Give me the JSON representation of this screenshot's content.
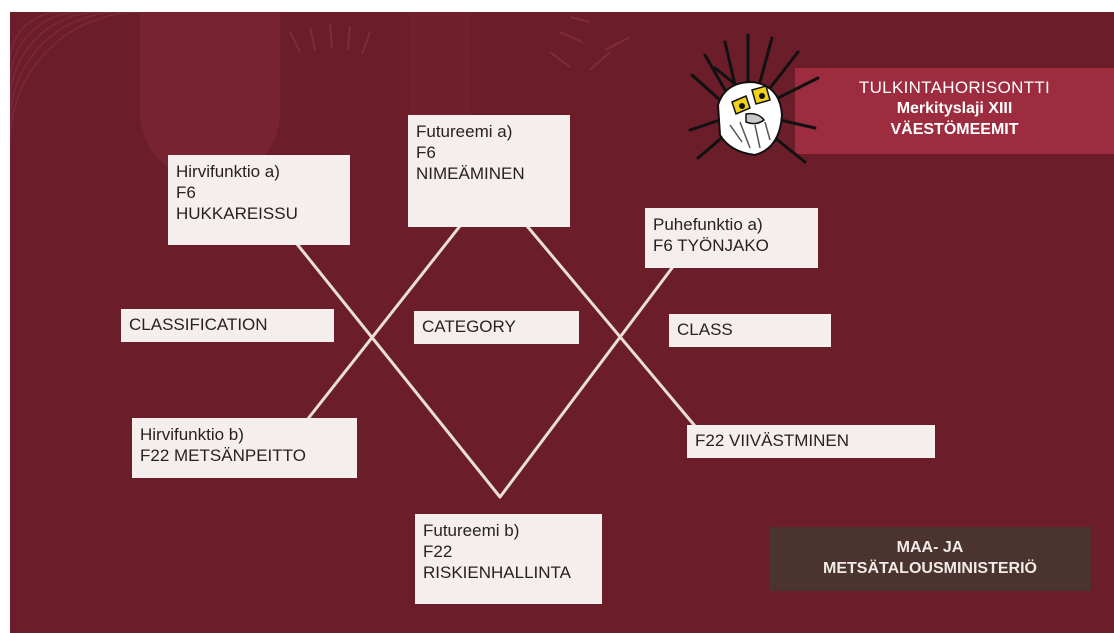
{
  "header": {
    "line1": "TULKINTAHORISONTTI",
    "line2": "Merkityslaji XIII",
    "line3": "VÄESTÖMEEMIT"
  },
  "nodes": {
    "hirvifunktio_a": [
      "Hirvifunktio a)",
      "F6",
      "HUKKAREISSU"
    ],
    "futureemi_a": [
      "Futureemi a)",
      "F6",
      "NIMEÄMINEN"
    ],
    "puhefunktio_a": [
      "Puhefunktio a)",
      "F6 TYÖNJAKO"
    ],
    "hirvifunktio_b": [
      "Hirvifunktio b)",
      "F22 METSÄNPEITTO"
    ],
    "futureemi_b": [
      "Futureemi b)",
      "F22",
      "RISKIENHALLINTA"
    ],
    "puhefunktio_b": [
      "F22 VIIVÄSTMINEN"
    ]
  },
  "labels": {
    "classification": "CLASSIFICATION",
    "category": "CATEGORY",
    "class": "CLASS"
  },
  "ministry": {
    "line1": "MAA- JA",
    "line2": "METSÄTALOUSMINISTERIÖ"
  },
  "colors": {
    "background": "#6b1d2a",
    "box": "#f4efec",
    "header": "#9d2c3f",
    "ministry": "#4b3330",
    "connector": "#eadfd6"
  },
  "icons": {
    "mascot": "wild-haired-character-icon"
  }
}
